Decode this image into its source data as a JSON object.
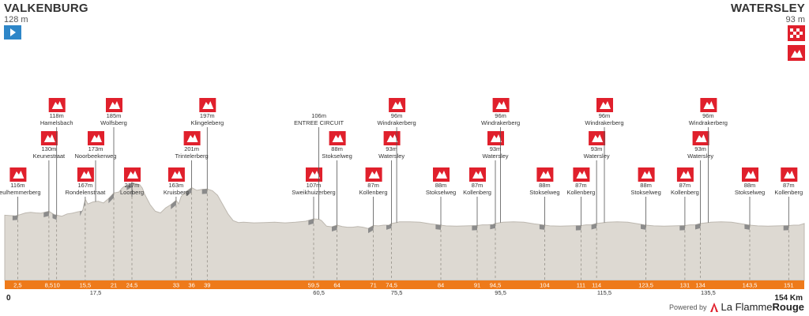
{
  "start": {
    "name": "VALKENBURG",
    "altitude": "128 m",
    "icon": "play-flag-icon"
  },
  "finish": {
    "name": "WATERSLEY",
    "altitude": "93 m",
    "icons": [
      "checkered-flag-icon",
      "climb-flag-icon"
    ]
  },
  "brand": {
    "powered_by": "Powered by",
    "name_prefix": "La Flamme",
    "name_suffix": "Rouge",
    "icon": "flame-logo-icon"
  },
  "colors": {
    "profile_fill": "#ddd9d2",
    "profile_edge": "#bdb8b0",
    "climb_section": "#8b8b8b",
    "axis_band": "#ee7a1a",
    "climb_flag": "#e0202c",
    "start_flag": "#2e86c8"
  },
  "chart_data": {
    "type": "area",
    "title": "",
    "xlabel": "",
    "ylabel": "",
    "x_unit": "Km",
    "xlim": [
      0,
      154
    ],
    "ylim": [
      0,
      260
    ],
    "grid": false,
    "start_label": "0",
    "end_label": "154 Km",
    "profile": [
      [
        0,
        118
      ],
      [
        1,
        117
      ],
      [
        2,
        116
      ],
      [
        3,
        120
      ],
      [
        4,
        125
      ],
      [
        5,
        127
      ],
      [
        6,
        125
      ],
      [
        7,
        124
      ],
      [
        8.5,
        130
      ],
      [
        9.5,
        120
      ],
      [
        10,
        118
      ],
      [
        11,
        115
      ],
      [
        12,
        122
      ],
      [
        13,
        124
      ],
      [
        14,
        128
      ],
      [
        15,
        131
      ],
      [
        15.5,
        167
      ],
      [
        16,
        152
      ],
      [
        17,
        158
      ],
      [
        18,
        160
      ],
      [
        19,
        155
      ],
      [
        20,
        168
      ],
      [
        21,
        185
      ],
      [
        22,
        188
      ],
      [
        22.5,
        198
      ],
      [
        23,
        205
      ],
      [
        24,
        210
      ],
      [
        24.5,
        217
      ],
      [
        25,
        214
      ],
      [
        26,
        210
      ],
      [
        26.5,
        200
      ],
      [
        27,
        180
      ],
      [
        28,
        150
      ],
      [
        29,
        130
      ],
      [
        30,
        125
      ],
      [
        31,
        140
      ],
      [
        32,
        150
      ],
      [
        33,
        163
      ],
      [
        33.5,
        152
      ],
      [
        34,
        175
      ],
      [
        35,
        190
      ],
      [
        36,
        201
      ],
      [
        37,
        193
      ],
      [
        38,
        196
      ],
      [
        39,
        197
      ],
      [
        40,
        192
      ],
      [
        41,
        178
      ],
      [
        42,
        150
      ],
      [
        43,
        122
      ],
      [
        44,
        102
      ],
      [
        45,
        96
      ],
      [
        46,
        97
      ],
      [
        48,
        95
      ],
      [
        50,
        96
      ],
      [
        52,
        97
      ],
      [
        54,
        95
      ],
      [
        56,
        97
      ],
      [
        58,
        100
      ],
      [
        59.5,
        107
      ],
      [
        60.5,
        106
      ],
      [
        61,
        102
      ],
      [
        62,
        85
      ],
      [
        63,
        83
      ],
      [
        64,
        88
      ],
      [
        65,
        84
      ],
      [
        66,
        82
      ],
      [
        67,
        82
      ],
      [
        68,
        84
      ],
      [
        69,
        82
      ],
      [
        70,
        78
      ],
      [
        71,
        87
      ],
      [
        72,
        86
      ],
      [
        73,
        88
      ],
      [
        74,
        88
      ],
      [
        74.5,
        93
      ],
      [
        75.5,
        96
      ],
      [
        76,
        98
      ],
      [
        78,
        98
      ],
      [
        80,
        97
      ],
      [
        82,
        92
      ],
      [
        84,
        88
      ],
      [
        85,
        86
      ],
      [
        87,
        85
      ],
      [
        89,
        86
      ],
      [
        91,
        87
      ],
      [
        92,
        89
      ],
      [
        93,
        89
      ],
      [
        94,
        90
      ],
      [
        94.5,
        93
      ],
      [
        95.5,
        96
      ],
      [
        96,
        97
      ],
      [
        98,
        98
      ],
      [
        100,
        97
      ],
      [
        102,
        92
      ],
      [
        104,
        88
      ],
      [
        105,
        86
      ],
      [
        107,
        85
      ],
      [
        109,
        86
      ],
      [
        111,
        87
      ],
      [
        112,
        89
      ],
      [
        113,
        89
      ],
      [
        114,
        93
      ],
      [
        115.5,
        96
      ],
      [
        116,
        97
      ],
      [
        118,
        98
      ],
      [
        120,
        97
      ],
      [
        122,
        92
      ],
      [
        123.5,
        88
      ],
      [
        125,
        86
      ],
      [
        127,
        85
      ],
      [
        129,
        86
      ],
      [
        131,
        87
      ],
      [
        132,
        89
      ],
      [
        133,
        89
      ],
      [
        134,
        93
      ],
      [
        135.5,
        96
      ],
      [
        136,
        97
      ],
      [
        138,
        98
      ],
      [
        140,
        97
      ],
      [
        142,
        92
      ],
      [
        143.5,
        88
      ],
      [
        145,
        86
      ],
      [
        147,
        85
      ],
      [
        149,
        86
      ],
      [
        151,
        87
      ],
      [
        152,
        88
      ],
      [
        153,
        88
      ],
      [
        154,
        93
      ]
    ],
    "climb_ranges": [
      [
        1.5,
        2.5
      ],
      [
        7.5,
        8.5
      ],
      [
        9.2,
        10
      ],
      [
        14.5,
        15.5
      ],
      [
        20,
        21
      ],
      [
        23.5,
        24.5
      ],
      [
        32,
        33
      ],
      [
        35,
        36
      ],
      [
        38,
        39
      ],
      [
        58.5,
        59.5
      ],
      [
        63,
        64
      ],
      [
        70,
        71
      ],
      [
        73.5,
        74.5
      ],
      [
        83,
        84
      ],
      [
        90,
        91
      ],
      [
        93.5,
        94.5
      ],
      [
        103,
        104
      ],
      [
        110,
        111
      ],
      [
        113,
        114
      ],
      [
        122.5,
        123.5
      ],
      [
        130,
        131
      ],
      [
        133,
        134
      ],
      [
        142.5,
        143.5
      ],
      [
        150,
        151
      ]
    ],
    "markers": [
      {
        "km": 2.5,
        "tier": 0,
        "lines": [
          "116m",
          "Geulhemmerberg"
        ]
      },
      {
        "km": 8.5,
        "tier": 1,
        "lines": [
          "130m",
          "Keunestraat"
        ]
      },
      {
        "km": 10,
        "tier": 2,
        "lines": [
          "118m",
          "Hamelsbach"
        ]
      },
      {
        "km": 15.5,
        "tier": 0,
        "lines": [
          "167m",
          "Rondelenstraat"
        ]
      },
      {
        "km": 17.5,
        "tier": 1,
        "lines": [
          "173m",
          "Noorbeekerweg"
        ]
      },
      {
        "km": 21,
        "tier": 2,
        "lines": [
          "185m",
          "Wolfsberg"
        ]
      },
      {
        "km": 24.5,
        "tier": 0,
        "lines": [
          "217m",
          "Loorberg"
        ]
      },
      {
        "km": 33,
        "tier": 0,
        "lines": [
          "163m",
          "Kruisberg"
        ]
      },
      {
        "km": 36,
        "tier": 1,
        "lines": [
          "201m",
          "Trintelerberg"
        ]
      },
      {
        "km": 39,
        "tier": 2,
        "lines": [
          "197m",
          "Klingeleberg"
        ]
      },
      {
        "km": 59.5,
        "tier": 0,
        "lines": [
          "107m",
          "Sweikhuizerberg"
        ]
      },
      {
        "km": 60.5,
        "tier": 2,
        "lines": [
          "106m",
          "ENTREE CIRCUIT"
        ],
        "flag": false
      },
      {
        "km": 64,
        "tier": 1,
        "lines": [
          "88m",
          "Stokselweg"
        ]
      },
      {
        "km": 71,
        "tier": 0,
        "lines": [
          "87m",
          "Kollenberg"
        ]
      },
      {
        "km": 74.5,
        "tier": 1,
        "lines": [
          "93m",
          "Watersley"
        ]
      },
      {
        "km": 75.5,
        "tier": 2,
        "lines": [
          "96m",
          "Windrakerberg"
        ]
      },
      {
        "km": 84,
        "tier": 0,
        "lines": [
          "88m",
          "Stokselweg"
        ]
      },
      {
        "km": 91,
        "tier": 0,
        "lines": [
          "87m",
          "Kollenberg"
        ]
      },
      {
        "km": 94.5,
        "tier": 1,
        "lines": [
          "93m",
          "Watersley"
        ]
      },
      {
        "km": 95.5,
        "tier": 2,
        "lines": [
          "96m",
          "Windrakerberg"
        ]
      },
      {
        "km": 104,
        "tier": 0,
        "lines": [
          "88m",
          "Stokselweg"
        ]
      },
      {
        "km": 111,
        "tier": 0,
        "lines": [
          "87m",
          "Kollenberg"
        ]
      },
      {
        "km": 114,
        "tier": 1,
        "lines": [
          "93m",
          "Watersley"
        ]
      },
      {
        "km": 115.5,
        "tier": 2,
        "lines": [
          "96m",
          "Windrakerberg"
        ]
      },
      {
        "km": 123.5,
        "tier": 0,
        "lines": [
          "88m",
          "Stokselweg"
        ]
      },
      {
        "km": 131,
        "tier": 0,
        "lines": [
          "87m",
          "Kollenberg"
        ]
      },
      {
        "km": 134,
        "tier": 1,
        "lines": [
          "93m",
          "Watersley"
        ]
      },
      {
        "km": 135.5,
        "tier": 2,
        "lines": [
          "96m",
          "Windrakerberg"
        ]
      },
      {
        "km": 143.5,
        "tier": 0,
        "lines": [
          "88m",
          "Stokselweg"
        ]
      },
      {
        "km": 151,
        "tier": 0,
        "lines": [
          "87m",
          "Kollenberg"
        ]
      }
    ],
    "band_ticks": [
      {
        "km": 2.5,
        "label": "2,5"
      },
      {
        "km": 8.5,
        "label": "8,5"
      },
      {
        "km": 10,
        "label": "10"
      },
      {
        "km": 15.5,
        "label": "15,5"
      },
      {
        "km": 21,
        "label": "21"
      },
      {
        "km": 24.5,
        "label": "24,5"
      },
      {
        "km": 33,
        "label": "33"
      },
      {
        "km": 36,
        "label": "36"
      },
      {
        "km": 39,
        "label": "39"
      },
      {
        "km": 59.5,
        "label": "59,5"
      },
      {
        "km": 64,
        "label": "64"
      },
      {
        "km": 71,
        "label": "71"
      },
      {
        "km": 74.5,
        "label": "74,5"
      },
      {
        "km": 84,
        "label": "84"
      },
      {
        "km": 91,
        "label": "91"
      },
      {
        "km": 94.5,
        "label": "94,5"
      },
      {
        "km": 104,
        "label": "104"
      },
      {
        "km": 111,
        "label": "111"
      },
      {
        "km": 114,
        "label": "114"
      },
      {
        "km": 123.5,
        "label": "123,5"
      },
      {
        "km": 131,
        "label": "131"
      },
      {
        "km": 134,
        "label": "134"
      },
      {
        "km": 143.5,
        "label": "143,5"
      },
      {
        "km": 151,
        "label": "151"
      }
    ],
    "below_ticks": [
      {
        "km": 17.5,
        "label": "17,5"
      },
      {
        "km": 60.5,
        "label": "60,5"
      },
      {
        "km": 75.5,
        "label": "75,5"
      },
      {
        "km": 95.5,
        "label": "95,5"
      },
      {
        "km": 115.5,
        "label": "115,5"
      },
      {
        "km": 135.5,
        "label": "135,5"
      }
    ]
  }
}
